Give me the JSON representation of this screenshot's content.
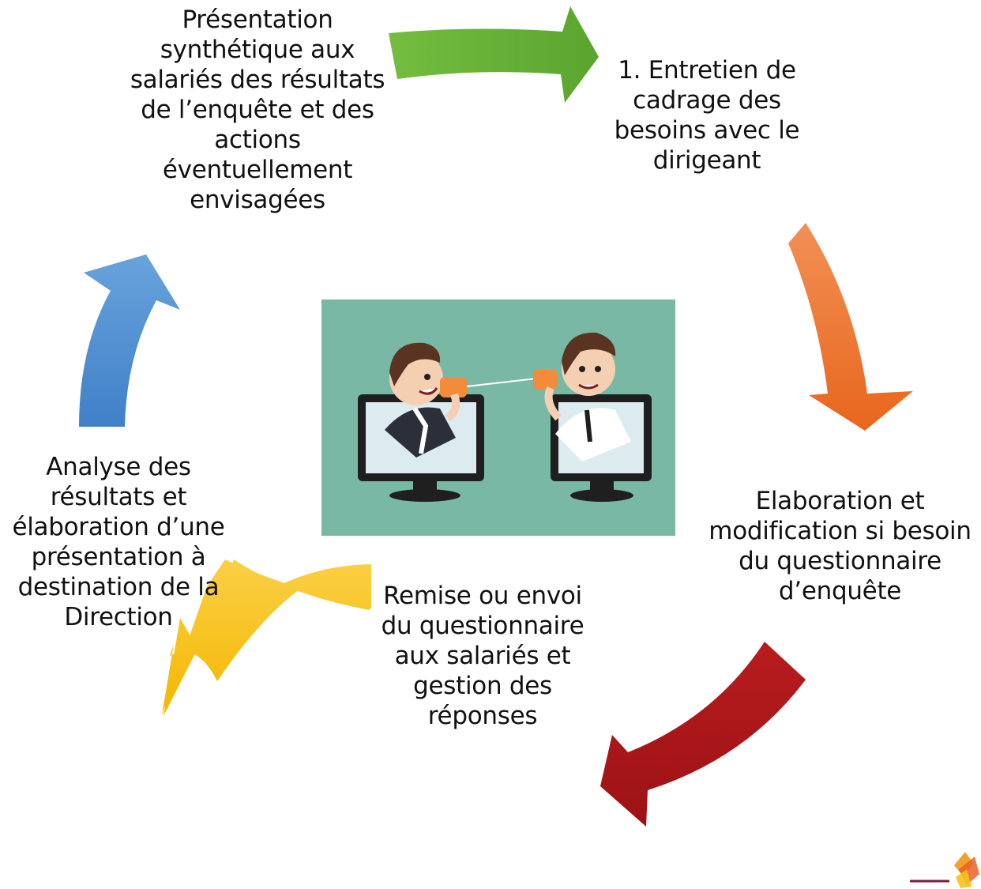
{
  "diagram": {
    "steps": [
      {
        "id": "presentation-salaries",
        "text": "Présentation\nsynthétique aux\nsalariés des résultats\nde l’enquête et des\nactions\néventuellement\nenvisagées"
      },
      {
        "id": "entretien-cadrage",
        "text": "1. Entretien de\ncadrage des\nbesoins  avec le\ndirigeant"
      },
      {
        "id": "elaboration-questionnaire",
        "text": "Elaboration et\nmodification si besoin\ndu questionnaire\nd’enquête"
      },
      {
        "id": "remise-questionnaire",
        "text": "Remise ou envoi\ndu questionnaire\naux salariés et\ngestion des\nréponses"
      },
      {
        "id": "analyse-resultats",
        "text": "Analyse des\nrésultats et\nélaboration d’une\nprésentation à\ndestination de la\nDirection"
      }
    ],
    "arrow_colors": {
      "green": "#6ab43a",
      "orange": "#ee6f22",
      "red": "#a8141a",
      "yellow": "#f7c21a",
      "blue": "#4a8ad0"
    },
    "illustration": {
      "icon": "two-businessmen-tin-can-phone-illustration",
      "background": "#7ab8a6"
    },
    "logo": {
      "icon": "company-logo-icon"
    }
  }
}
